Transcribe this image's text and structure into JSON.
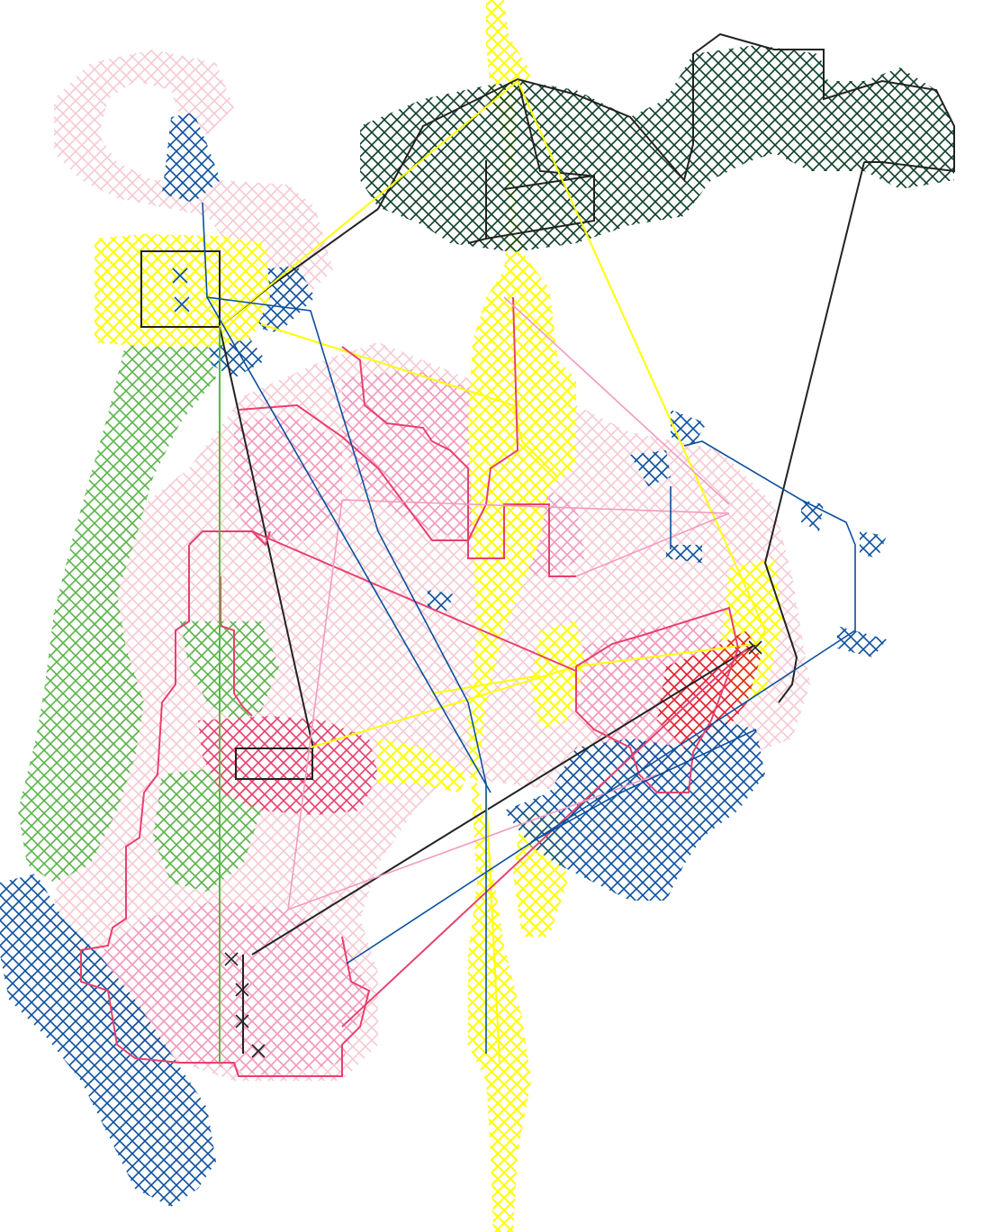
{
  "image": {
    "kind": "cross-stitch style abstract pattern with threaded line overlays",
    "background": "#ffffff",
    "text_present": false
  },
  "palette": {
    "pink_light": "#f6c9d4",
    "pink_medium": "#f29bbd",
    "pink_hot": "#e8406e",
    "red": "#e4202e",
    "yellow": "#ffff00",
    "green": "#5ab44a",
    "navy": "#0a4f9e",
    "dark_green": "#0b3d26",
    "black": "#222222"
  },
  "regions": [
    {
      "name": "pink-top-left-loop",
      "color": "pink_light"
    },
    {
      "name": "yellow-square-top-left",
      "color": "yellow"
    },
    {
      "name": "navy-top-left-strand",
      "color": "navy"
    },
    {
      "name": "green-left-column",
      "color": "green"
    },
    {
      "name": "navy-bottom-left",
      "color": "navy"
    },
    {
      "name": "pink-lower-left-mass",
      "color": "pink_light"
    },
    {
      "name": "hotpink-center-block",
      "color": "pink_hot"
    },
    {
      "name": "pink-center-mass",
      "color": "pink_light"
    },
    {
      "name": "yellow-vertical-band",
      "color": "yellow"
    },
    {
      "name": "darkgreen-top-right-cloud",
      "color": "dark_green"
    },
    {
      "name": "red-right-block",
      "color": "red"
    },
    {
      "name": "navy-right-mass",
      "color": "navy"
    },
    {
      "name": "navy-right-branch",
      "color": "navy"
    }
  ],
  "overlay_lines": [
    {
      "name": "black-outline",
      "color": "black"
    },
    {
      "name": "yellow-thread",
      "color": "yellow"
    },
    {
      "name": "hotpink-thread",
      "color": "pink_hot"
    },
    {
      "name": "pink-thread",
      "color": "pink_medium"
    },
    {
      "name": "navy-thread",
      "color": "navy"
    },
    {
      "name": "green-thread",
      "color": "green"
    }
  ]
}
